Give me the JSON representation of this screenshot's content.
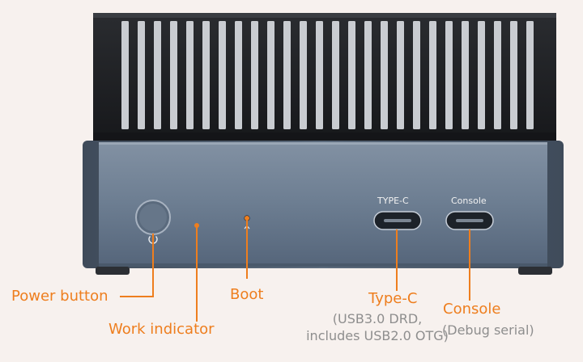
{
  "colors": {
    "accent": "#ee7e1e",
    "subtext": "#8e8e8e",
    "background": "#f7f1ee",
    "panel": "#6e7f92"
  },
  "panel_labels": {
    "typec": "TYPE-C",
    "console": "Console"
  },
  "callouts": {
    "power_button": "Power button",
    "work_indicator": "Work indicator",
    "boot": "Boot",
    "typec": "Type-C",
    "typec_detail_1": "(USB3.0 DRD,",
    "typec_detail_2": "includes USB2.0 OTG)",
    "console": "Console",
    "console_detail": "(Debug serial)"
  },
  "icons": {
    "power": "power-icon",
    "boot": "boot-icon"
  }
}
